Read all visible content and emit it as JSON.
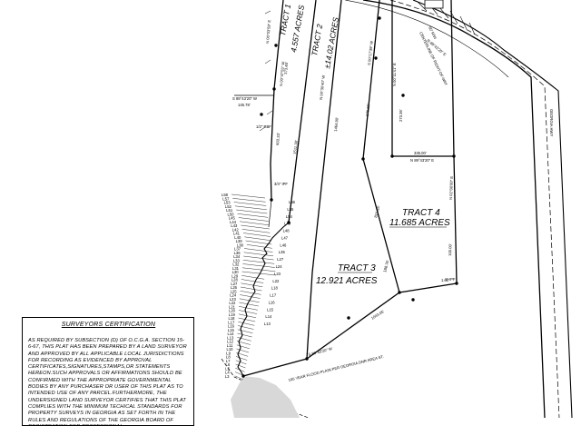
{
  "tracts": [
    {
      "name": "TRACT 1",
      "area": "4.557 ACRES"
    },
    {
      "name": "TRACT 2",
      "area": "±14.02 ACRES"
    },
    {
      "name": "TRACT 3",
      "area": "12.921 ACRES"
    },
    {
      "name": "TRACT 4",
      "area": "11.685 ACRES"
    }
  ],
  "bearings": {
    "b1": "N 00°03'59\" E",
    "b2": "N 00°47'55\" W",
    "b3": "N 89°43'20\" E",
    "b4": "S 89°43'20\" W",
    "b5": "N 89°43'20\" E",
    "b6": "N 00°30'40\" W",
    "b7": "S 00°17'39\" W",
    "b8": "N 00°11'41\" E",
    "b9": "S 89°43'20\" W",
    "b10": "N 02°00'00\" E"
  },
  "distances": {
    "d1": "145.78'",
    "d2": "335.00'",
    "d3": "1511.38'",
    "d4": "603.33'",
    "d5": "1464.90'",
    "d6": "970.00'",
    "d7": "815.35'",
    "d8": "1043.05'",
    "d9": "273.36'",
    "d10": "188.76'",
    "d11": "1.00'",
    "d12": "100.00'",
    "d13": "373.46'"
  },
  "pins": {
    "p1": "3/4\" IPF",
    "p2": "1\" IPF",
    "p3": "1/2\" RBF"
  },
  "line_labels": {
    "west": [
      "L58",
      "L57",
      "L53",
      "L52",
      "L51",
      "L50",
      "L45",
      "L44",
      "L43",
      "L42",
      "L41",
      "L40",
      "L39",
      "L38",
      "L37",
      "L36",
      "L34",
      "L33",
      "L32",
      "L31",
      "L30",
      "L29",
      "L28",
      "L27",
      "L26",
      "L25",
      "L24",
      "L23",
      "L22",
      "L21",
      "L20",
      "L19",
      "L18",
      "L17",
      "L16",
      "L15",
      "L14",
      "L13",
      "L12",
      "L11",
      "L10",
      "L9",
      "L8",
      "L7",
      "L6",
      "L5",
      "L4",
      "L3"
    ],
    "east": [
      "L56",
      "L55",
      "L54",
      "L49",
      "L48",
      "L47",
      "L46",
      "L35",
      "L27",
      "L24",
      "L23",
      "L22",
      "L18",
      "L17",
      "L16",
      "L15",
      "L14",
      "L13"
    ]
  },
  "road_notes": {
    "r1": "CENTERLINE OF RIGHT-OF-WAY",
    "r2": "60' R/W",
    "r3": "GEORGIA HWY"
  },
  "flood_note": "100 YEAR FLOOD PLAIN PER GEORGIA DNR AREA ST.",
  "certification": {
    "title": "SURVEYORS CERTIFICATION",
    "body": "AS REQUIRED BY SUBSECTION (d) OF O.C.G.A. SECTION 15-6-67, THIS PLAT HAS BEEN PREPARED BY A LAND SURVEYOR AND APPROVED BY ALL APPLICABLE LOCAL JURISDICTIONS FOR RECORDING AS EVIDENCED BY APPROVAL CERTIFICATES,SIGNATURES,STAMPS,OR STATEMENTS HEREON.SUCH APPROVALS OR AFFIRMATIONS SHOULD BE CONFIRMED WITH THE APPROPRIATE GOVERNMENTAL BODIES BY ANY PURCHASER OR USER OF THIS PLAT AS TO INTENDED USE OF ANY PARCEL.FURTHERMORE, THE UNDERSIGNED LAND SURVEYOR CERTIFIES THAT THIS PLAT COMPLIES WITH THE MINIMUM TECHICAL STANDARDS FOR PROPERTY SURVEYS IN GEORGIA AS SET FORTH IN THE RULES AND REGULATIONS OF THE GEORGIA BOARD OF REGISTRATION FOR PROFESSIONAL"
  }
}
